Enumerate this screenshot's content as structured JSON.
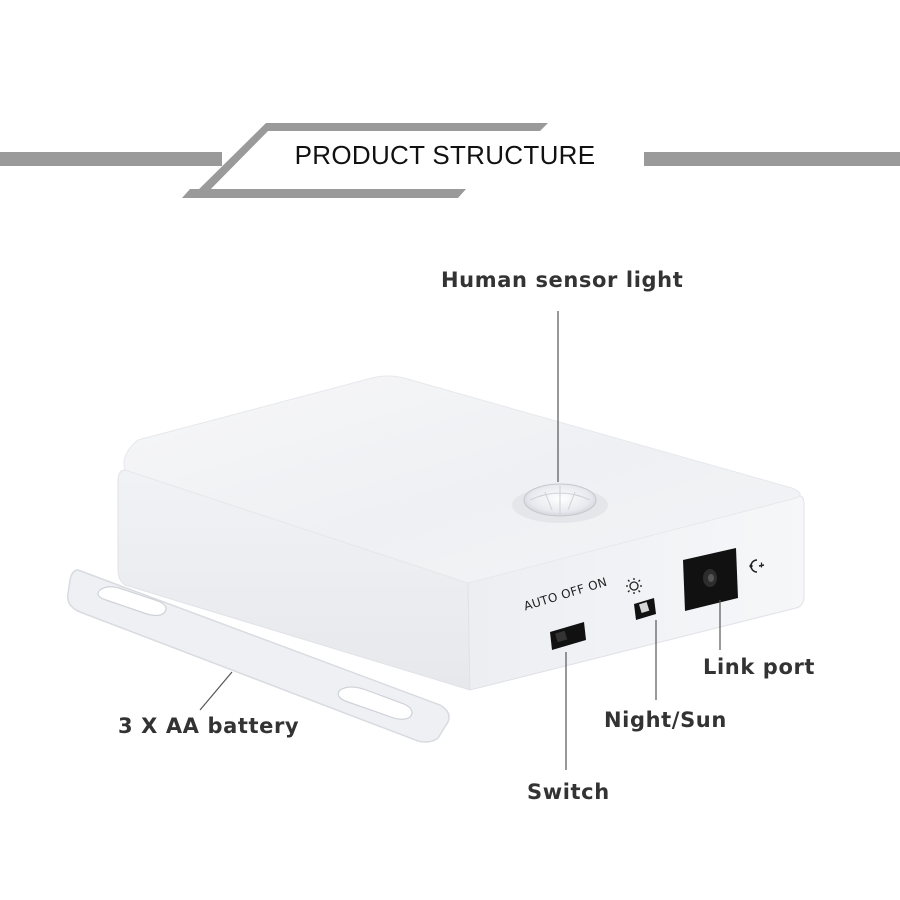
{
  "header": {
    "title": "PRODUCT STRUCTURE",
    "band_color": "#9a9a9a"
  },
  "labels": {
    "sensor": "Human sensor light",
    "battery": "3 X AA battery",
    "link_port": "Link port",
    "night_sun": "Night/Sun",
    "switch": "Switch"
  },
  "device": {
    "switch_markings": "AUTO OFF ON",
    "sun_icon": "sun-icon",
    "moon_icon": "moon-icon",
    "dc_polarity_icon": "dc-polarity-icon"
  }
}
